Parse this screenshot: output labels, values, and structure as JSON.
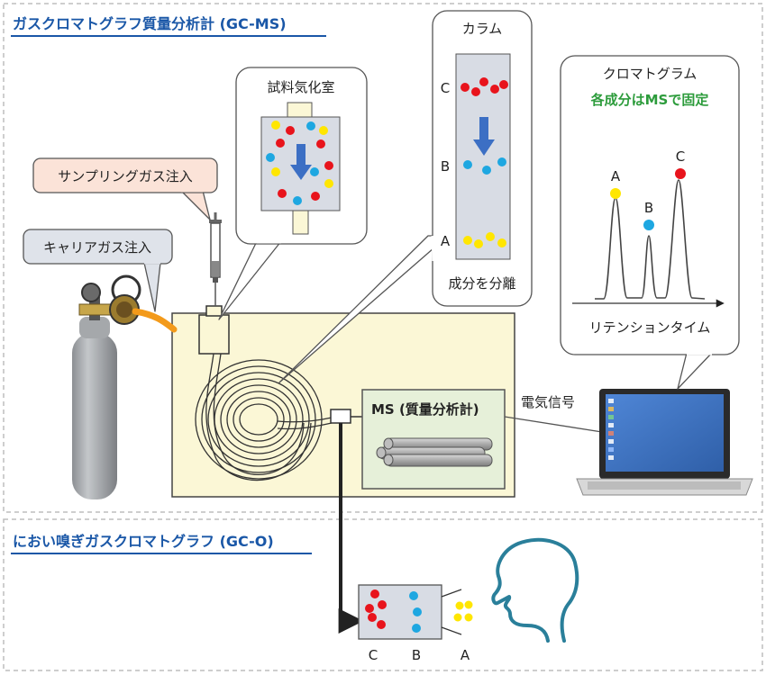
{
  "sections": {
    "gcms_title": "ガスクロマトグラフ質量分析計 (GC-MS)",
    "gco_title": "におい嗅ぎガスクロマトグラフ (GC-O)"
  },
  "callouts": {
    "sampling_gas": "サンプリングガス注入",
    "carrier_gas": "キャリアガス注入",
    "vaporizer": "試料気化室",
    "column": "カラム",
    "column_caption": "成分を分離",
    "chromatogram": "クロマトグラム",
    "chromatogram_note": "各成分はMSで固定",
    "retention_time": "リテンションタイム"
  },
  "labels": {
    "ms": "MS (質量分析計)",
    "signal": "電気信号",
    "a": "A",
    "b": "B",
    "c": "C"
  },
  "colors": {
    "red": "#e8141c",
    "blue": "#1ea7e1",
    "yellow": "#ffe600",
    "title_blue": "#1a57a7",
    "note_green": "#2d9c3c",
    "oven": "#fbf7d6",
    "ms_box": "#e6f0d9",
    "pink_callout": "#fbe3d8",
    "grey_callout": "#dfe3ea",
    "arrow_blue": "#3c6fc4"
  }
}
